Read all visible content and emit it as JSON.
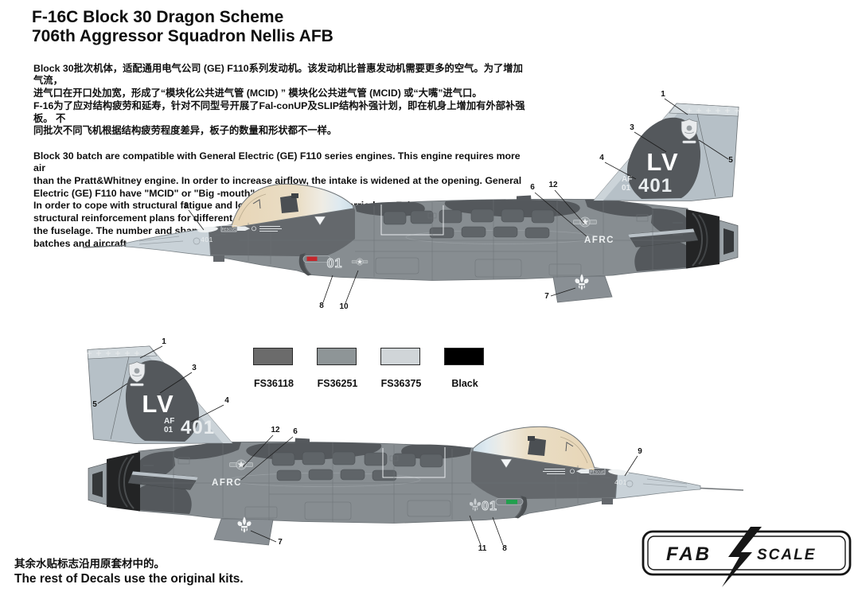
{
  "doc": {
    "title_line1": "F-16C Block 30 Dragon Scheme",
    "title_line2": "706th Aggressor Squadron Nellis AFB",
    "intro_cn": [
      "Block 30批次机体，适配通用电气公司 (GE) F110系列发动机。该发动机比普惠发动机需要更多的空气。为了增加气流，",
      "进气口在开口处加宽，形成了“模块化公共进气管 (MCID) ” 模块化公共进气管 (MCID) 或“大嘴”进气口。",
      "F-16为了应对结构疲劳和延寿，针对不同型号开展了Fal-conUP及SLIP结构补强计划，即在机身上增加有外部补强板。 不",
      "同批次不同飞机根据结构疲劳程度差异，板子的数量和形状都不一样。"
    ],
    "intro_en": [
      "Block 30 batch are compatible with General Electric (GE) F110 series engines. This engine requires more air",
      "than the Pratt&Whitney engine. In order to increase airflow, the intake is widened at the opening. General",
      "Electric (GE) F110 have \"MCID\" or \"Big -mouth\" intake.",
      "In order to cope with structural fatigue and longevity, the F-16 has carried out Fal conUP and SLIP",
      "structural reinforcement plans for different models, which include adding external reinforcement plates to",
      "the fuselage. The number and shape of boards vary depending on the structural fatigue level of different",
      "batches and aircraft."
    ],
    "footer_cn": "其余水贴标志沿用原套材中的。",
    "footer_en": "The rest of Decals use the  original kits."
  },
  "palette": {
    "body_mid": "#878d91",
    "body_dark": "#64686c",
    "patch_dark": "#54585c",
    "radome_light": "#c9d2d8",
    "fin_light": "#b6c0c7",
    "canopy_tan": "#e7d5b6",
    "red_light": "#c5272c",
    "green_light": "#21a04d"
  },
  "color_chips": [
    {
      "label": "FS36118",
      "hex": "#6b6b6b"
    },
    {
      "label": "FS36251",
      "hex": "#8e9597"
    },
    {
      "label": "FS36375",
      "hex": "#d0d5d8"
    },
    {
      "label": "Black",
      "hex": "#000000"
    }
  ],
  "markings": {
    "tail_code": "LV",
    "af_prefix": "AF",
    "af_small": "01",
    "tail_number": "401",
    "nose_number": "401",
    "intake_number": "01",
    "command": "AFRC",
    "rescue": "RESCUE"
  },
  "callouts": {
    "top": [
      "1",
      "3",
      "4",
      "5",
      "9",
      "6",
      "12",
      "7",
      "8",
      "10"
    ],
    "bottom": [
      "1",
      "3",
      "4",
      "5",
      "9",
      "6",
      "12",
      "7",
      "8",
      "11"
    ]
  },
  "logo": {
    "left": "FAB",
    "right": "SCALE"
  }
}
